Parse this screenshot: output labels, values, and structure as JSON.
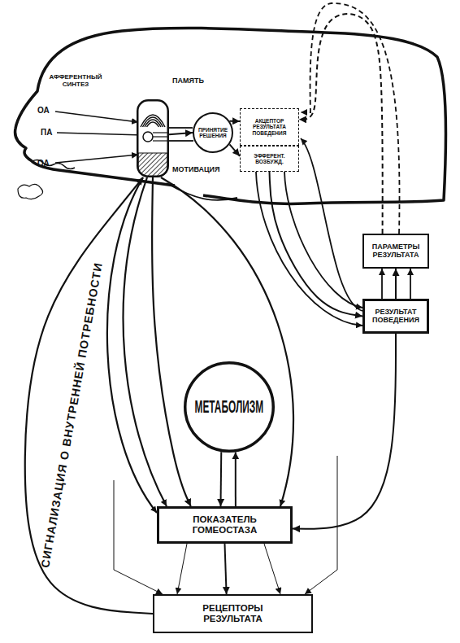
{
  "diagram": {
    "nodes": [
      {
        "text": [
          "АФФЕРЕНТНЫЙ СИНТЕЗ",
          "ПАМЯТЬ",
          "МОТИВАЦИЯ"
        ]
      },
      {
        "text": [
          "ПРИНЯТИЕ РЕШЕНИЯ"
        ]
      },
      {
        "text": [
          "АКЦЕПТОР РЕЗУЛЬТАТА ПОВЕДЕНИЯ"
        ]
      },
      {
        "text": [
          "ЭФФЕРЕНТ. ВОЗБУЖД."
        ]
      },
      {
        "text": [
          "ПАРАМЕТРЫ РЕЗУЛЬТАТА"
        ]
      },
      {
        "text": [
          "РЕЗУЛЬТАТ ПОВЕДЕНИЯ"
        ]
      },
      {
        "text": [
          "МЕТАБОЛИЗМ"
        ]
      },
      {
        "text": [
          "ПОКАЗАТЕЛЬ ГОМЕОСТАЗА"
        ]
      },
      {
        "text": [
          "РЕЦЕПТОРЫ РЕЗУЛЬТАТА"
        ]
      }
    ],
    "edges": [
      {
        "from": 0,
        "to": 1,
        "arrow": "to"
      },
      {
        "from": 1,
        "to": 2,
        "arrow": "to"
      },
      {
        "from": 1,
        "to": 3,
        "arrow": "to"
      },
      {
        "from": 3,
        "to": 5,
        "arrow": "to"
      },
      {
        "from": 5,
        "to": 4,
        "arrow": "to"
      },
      {
        "from": 4,
        "to": 2,
        "arrow": "to"
      },
      {
        "from": 5,
        "to": 7,
        "arrow": "to"
      },
      {
        "from": 6,
        "to": 7,
        "arrow": "to"
      },
      {
        "from": 7,
        "to": 6,
        "arrow": "to"
      },
      {
        "from": 0,
        "to": 7,
        "arrow": "to"
      },
      {
        "from": 7,
        "to": 8,
        "arrow": "to"
      },
      {
        "from": 8,
        "to": 0,
        "label": "СИГНАЛИЗАЦИЯ О ВНУТРЕННЕЙ ПОТРЕБНОСТИ",
        "arrow": "to"
      }
    ],
    "labels": [
      "ОА",
      "ПА",
      "ОА"
    ]
  }
}
